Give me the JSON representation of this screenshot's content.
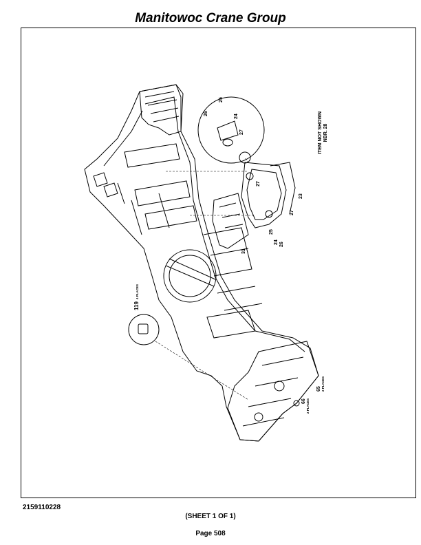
{
  "header": {
    "title": "Manitowoc Crane Group"
  },
  "drawing": {
    "item_note": "ITEM NOT SHOWN",
    "item_note_ref": "NBR. 28",
    "callouts": {
      "c24a": "24",
      "c25a": "25",
      "c26a": "26",
      "c27a": "27",
      "c23": "23",
      "c27b": "27",
      "c27c": "27",
      "c24b": "24",
      "c25b": "25",
      "c26b": "26",
      "c31": "31",
      "c119": "119",
      "c119_note": "4 PLACES",
      "c65": "65",
      "c65_note": "2 PLACES",
      "c66": "66",
      "c66_note": "2 PLACES"
    }
  },
  "footer": {
    "doc_number": "2159110228",
    "sheet": "(SHEET 1 OF 1)",
    "page": "Page 508"
  }
}
